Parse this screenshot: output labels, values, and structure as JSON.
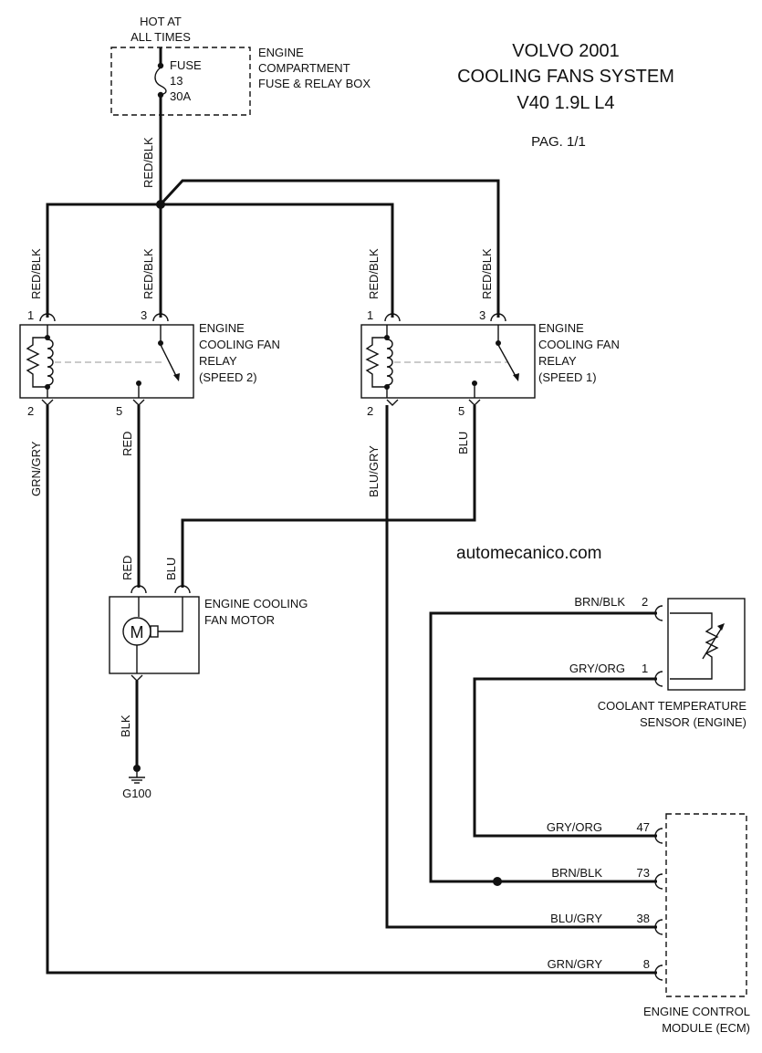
{
  "title": {
    "line1": "VOLVO 2001",
    "line2": "COOLING FANS SYSTEM",
    "line3": "V40 1.9L L4",
    "page": "PAG. 1/1"
  },
  "watermark": "automecanico.com",
  "power": {
    "line1": "HOT AT",
    "line2": "ALL TIMES"
  },
  "fuse_box": {
    "fuse_label": "FUSE",
    "fuse_number": "13",
    "fuse_rating": "30A",
    "name_line1": "ENGINE",
    "name_line2": "COMPARTMENT",
    "name_line3": "FUSE & RELAY BOX"
  },
  "wires": {
    "feed": "RED/BLK",
    "relay2_pin1": "RED/BLK",
    "relay2_pin3": "RED/BLK",
    "relay1_pin1": "RED/BLK",
    "relay1_pin3": "RED/BLK",
    "relay2_pin2": "GRN/GRY",
    "relay2_pin5": "RED",
    "relay1_pin2": "BLU/GRY",
    "relay1_pin5": "BLU",
    "motor_red": "RED",
    "motor_blu": "BLU",
    "motor_gnd": "BLK"
  },
  "relay_speed2": {
    "pins": [
      "1",
      "3",
      "2",
      "5"
    ],
    "name": [
      "ENGINE",
      "COOLING FAN",
      "RELAY",
      "(SPEED 2)"
    ]
  },
  "relay_speed1": {
    "pins": [
      "1",
      "3",
      "2",
      "5"
    ],
    "name": [
      "ENGINE",
      "COOLING FAN",
      "RELAY",
      "(SPEED 1)"
    ]
  },
  "motor": {
    "symbol": "M",
    "name": [
      "ENGINE COOLING",
      "FAN MOTOR"
    ]
  },
  "ground": {
    "label": "G100"
  },
  "sensor": {
    "pins": [
      {
        "wire": "BRN/BLK",
        "pin": "2"
      },
      {
        "wire": "GRY/ORG",
        "pin": "1"
      }
    ],
    "name": [
      "COOLANT TEMPERATURE",
      "SENSOR (ENGINE)"
    ]
  },
  "ecm": {
    "pins": [
      {
        "wire": "GRY/ORG",
        "pin": "47"
      },
      {
        "wire": "BRN/BLK",
        "pin": "73"
      },
      {
        "wire": "BLU/GRY",
        "pin": "38"
      },
      {
        "wire": "GRN/GRY",
        "pin": "8"
      }
    ],
    "name": [
      "ENGINE CONTROL",
      "MODULE (ECM)"
    ]
  }
}
